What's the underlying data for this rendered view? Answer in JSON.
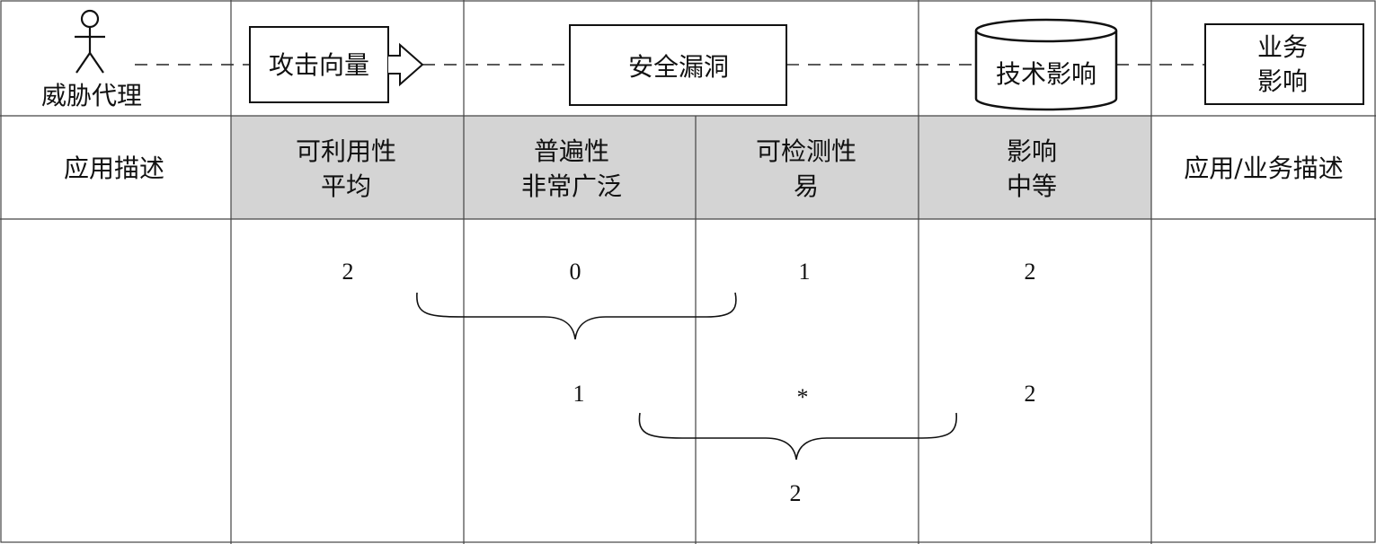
{
  "top_row": {
    "threat_agent": "威胁代理",
    "attack_vector": "攻击向量",
    "security_weakness": "安全漏洞",
    "technical_impact": "技术影响",
    "business_impact_line1": "业务",
    "business_impact_line2": "影响"
  },
  "header_row": {
    "app_desc": "应用描述",
    "exploitability_label": "可利用性",
    "exploitability_value": "平均",
    "prevalence_label": "普遍性",
    "prevalence_value": "非常广泛",
    "detectability_label": "可检测性",
    "detectability_value": "易",
    "impact_label": "影响",
    "impact_value": "中等",
    "app_business_desc": "应用/业务描述"
  },
  "scores": {
    "row1": [
      "2",
      "0",
      "1",
      "2"
    ],
    "row2": [
      "1",
      "*",
      "2"
    ],
    "row3": "2"
  },
  "colors": {
    "header_fill": "#d4d4d4",
    "line": "#444444",
    "text": "#111111"
  }
}
